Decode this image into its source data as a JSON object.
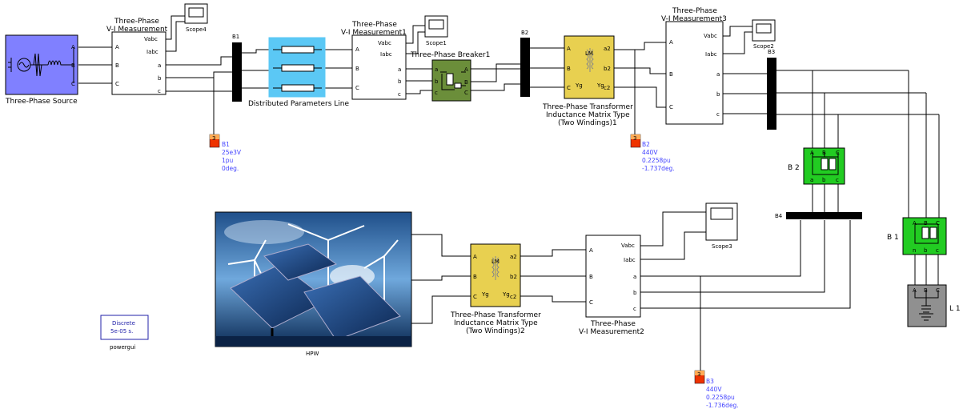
{
  "blocks": {
    "source": "Three-Phase Source",
    "vi1_title": [
      "Three-Phase",
      "V-I Measurement"
    ],
    "vi2_title": [
      "Three-Phase",
      "V-I Measurement1"
    ],
    "vi3_title": [
      "Three-Phase",
      "V-I Measurement3"
    ],
    "vi4_title": [
      "Three-Phase",
      "V-I Measurement2"
    ],
    "line": "Distributed Parameters Line",
    "breaker": "Three-Phase Breaker1",
    "tf1": [
      "Three-Phase Transformer",
      "Inductance Matrix Type",
      "(Two Windings)1"
    ],
    "tf2": [
      "Three-Phase Transformer",
      "Inductance Matrix Type",
      "(Two Windings)2"
    ],
    "scope4": "Scope4",
    "scope1": "Scope1",
    "scope2": "Scope2",
    "scope3": "Scope3",
    "bus_b1": "B1",
    "bus_b2": "B2",
    "bus_b3": "B3",
    "bus_b4": "B4",
    "load_b2": "B 2",
    "load_b1": "B 1",
    "load_l1": "L 1",
    "hpw": "HPW",
    "powergui": "powergui",
    "powergui_text": [
      "Discrete",
      "5e-05 s."
    ]
  },
  "ports": {
    "abc": [
      "A",
      "B",
      "C"
    ],
    "abc_lower": [
      "a",
      "b",
      "c"
    ],
    "vabc": "Vabc",
    "iabc": "Iabc",
    "a2b2c2": [
      "a2",
      "b2",
      "c2"
    ],
    "yg": "Yg",
    "lm": "LM",
    "n": "n"
  },
  "measurements": {
    "b1": [
      "B1",
      "25e3V",
      "1pu",
      "0deg."
    ],
    "b2": [
      "B2",
      "440V",
      "0.2258pu",
      "-1.737deg."
    ],
    "b3": [
      "B3",
      "440V",
      "0.2258pu",
      "-1.736deg."
    ],
    "meter_num": "3"
  },
  "colors": {
    "source": "#8080ff",
    "line": "#5bc8f5",
    "breaker": "#6b8e3a",
    "transformer": "#e8d050",
    "load": "#22cc22",
    "l1": "#909090",
    "meter": "#ee3300",
    "bus": "#000000",
    "powergui_border": "#2222aa"
  },
  "image": {
    "description": "solar-panels-and-wind-turbines-photo"
  }
}
